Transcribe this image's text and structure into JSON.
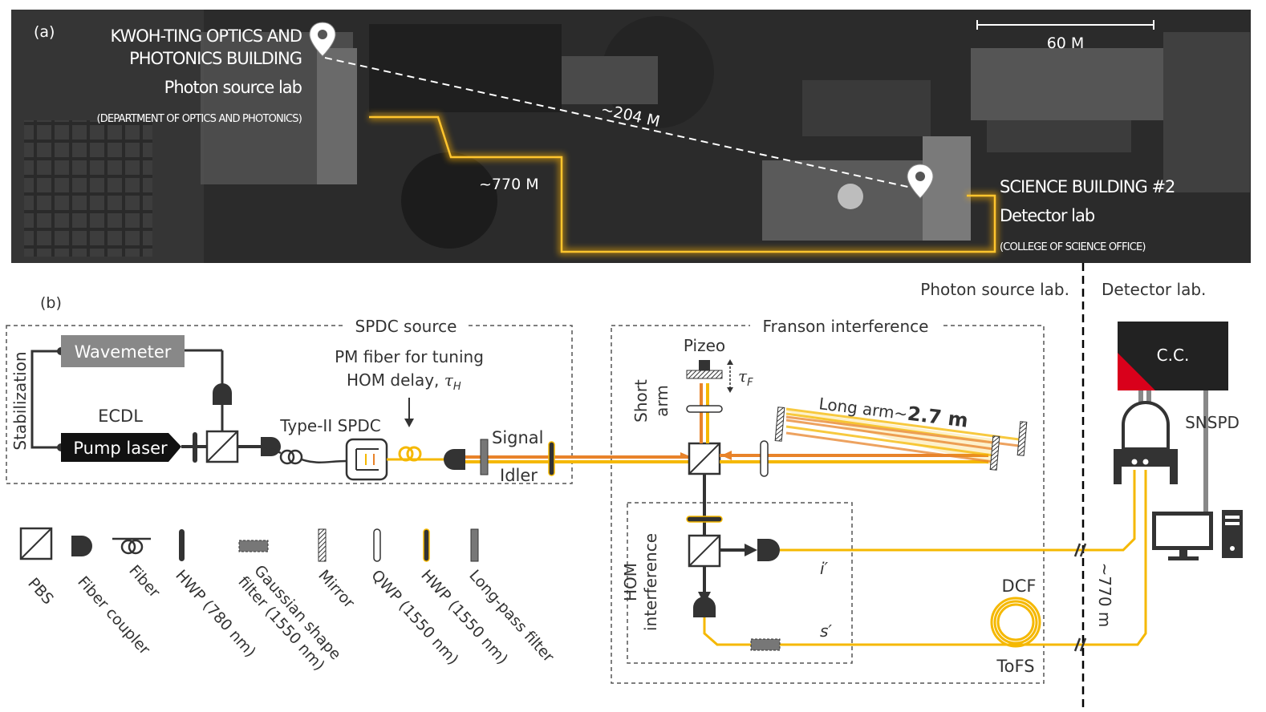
{
  "panel_a": {
    "label": "(a)",
    "source_building_line1": "KWOH-TING OPTICS AND",
    "source_building_line2": "PHOTONICS BUILDING",
    "source_lab": "Photon source lab",
    "source_dept": "(DEPARTMENT OF OPTICS AND PHOTONICS)",
    "scale_label": "60 M",
    "direct_distance": "~204 M",
    "fiber_distance": "~770 M",
    "detector_building": "SCIENCE BUILDING #2",
    "detector_lab": "Detector lab",
    "detector_office": "(COLLEGE OF SCIENCE OFFICE)"
  },
  "panel_b": {
    "label": "(b)",
    "photon_source_lab": "Photon source lab.",
    "detector_lab": "Detector lab.",
    "spdc_source": "SPDC source",
    "franson": "Franson interference",
    "stabilization": "Stabilization",
    "wavemeter": "Wavemeter",
    "ecdl": "ECDL",
    "pump_laser": "Pump laser",
    "type2_spdc": "Type-II SPDC",
    "pm_fiber_line1": "PM fiber for tuning",
    "pm_fiber_line2": "HOM delay, ",
    "tau": "τ",
    "tau_h_sub": "H",
    "tau_f_sub": "F",
    "signal": "Signal",
    "idler": "Idler",
    "pizeo": "Pizeo",
    "short_arm_line1": "Short",
    "short_arm_line2": "arm",
    "long_arm": "Long arm~",
    "long_arm_value": "2.7 m",
    "hom_line1": "HOM",
    "hom_line2": "interference",
    "i_prime": "i′",
    "s_prime": "s′",
    "dcf": "DCF",
    "tofs": "ToFS",
    "fiber_length": "~770 m",
    "cc": "C.C.",
    "snspd": "SNSPD"
  },
  "legend": {
    "pbs": "PBS",
    "fiber_coupler": "Fiber coupler",
    "fiber": "Fiber",
    "hwp780": "HWP (780 nm)",
    "gauss_line1": "Gaussian shape",
    "gauss_line2": "filter (1550 nm)",
    "mirror": "Mirror",
    "qwp1550": "QWP (1550 nm)",
    "hwp1550": "HWP (1550 nm)",
    "longpass": "Long-pass filter"
  },
  "colors": {
    "fiber_yellow": "#f5b800",
    "beam_orange": "#e8832a",
    "route_glow": "#ffb300",
    "component_dark": "#333333",
    "cc_red": "#d9001b"
  }
}
